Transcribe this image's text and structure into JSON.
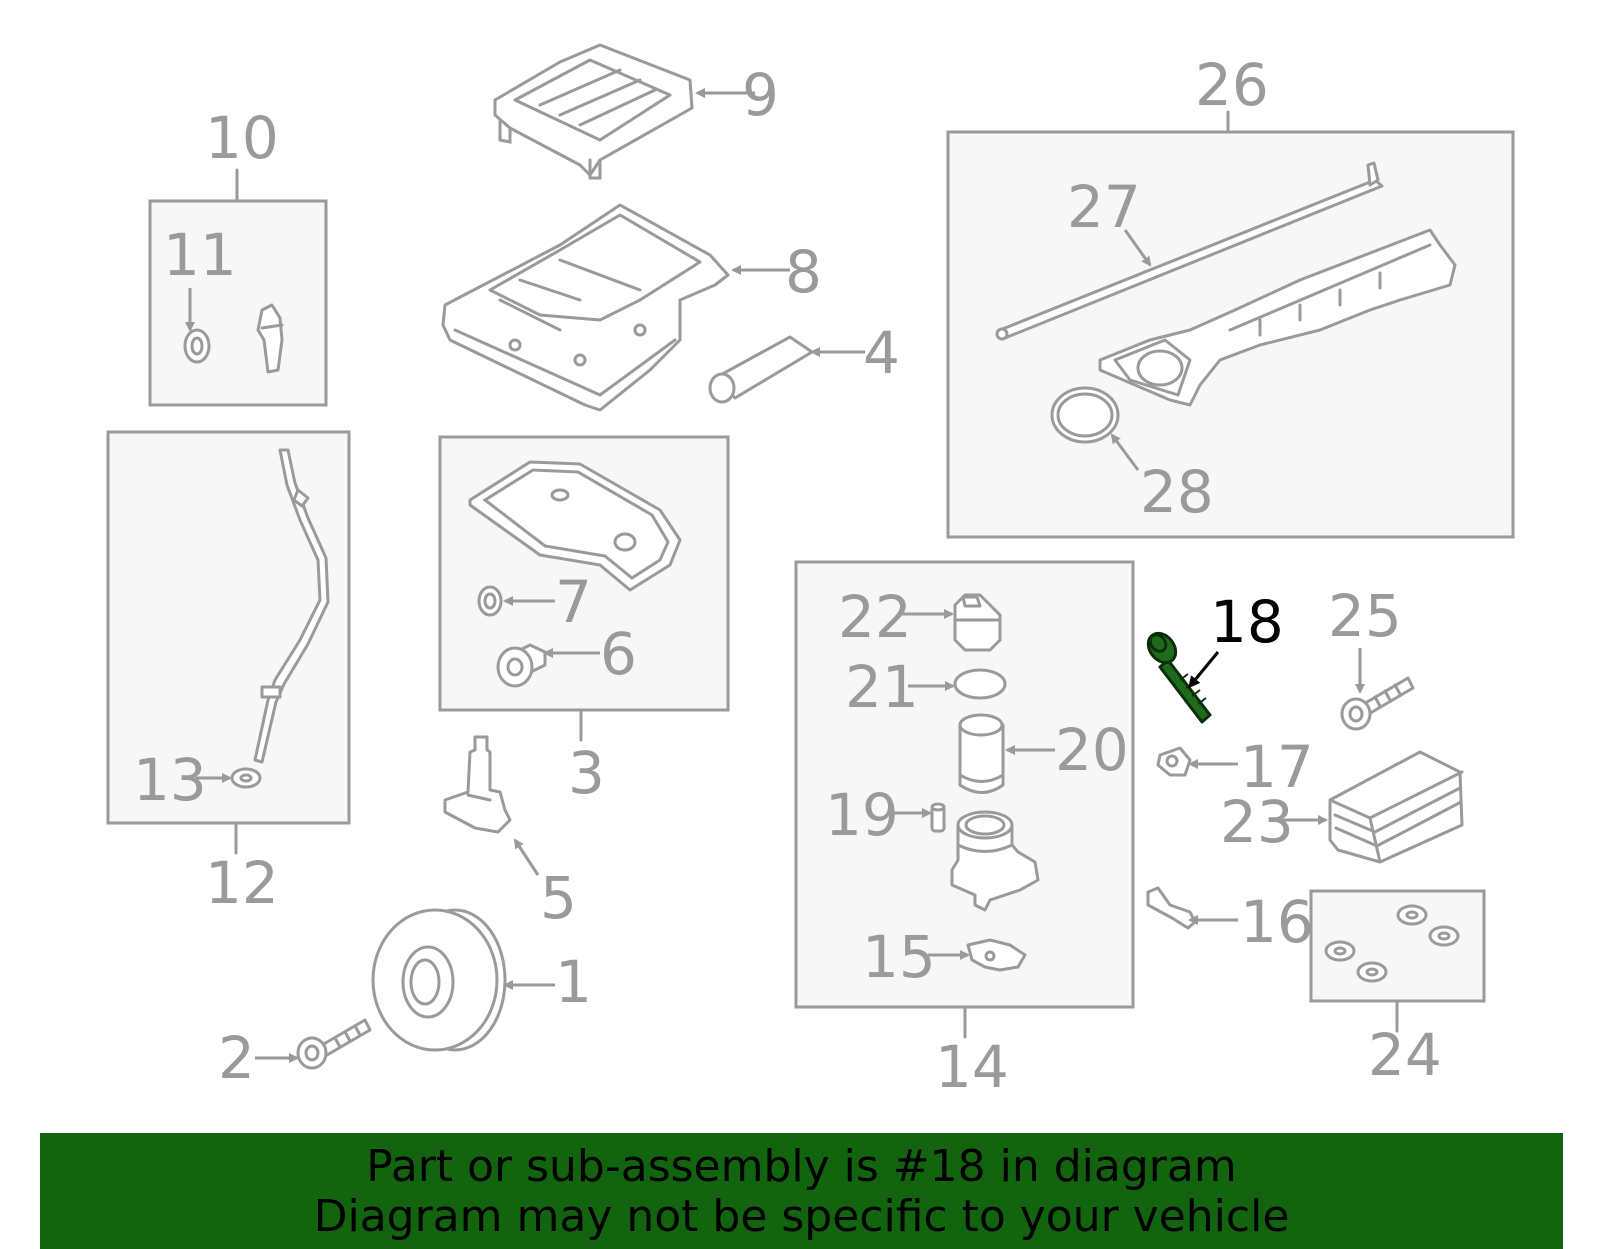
{
  "diagram": {
    "highlight_color": "#13640f",
    "highlighted_part": "18",
    "callouts": {
      "c1": "1",
      "c2": "2",
      "c3": "3",
      "c4": "4",
      "c5": "5",
      "c6": "6",
      "c7": "7",
      "c8": "8",
      "c9": "9",
      "c10": "10",
      "c11": "11",
      "c12": "12",
      "c13": "13",
      "c14": "14",
      "c15": "15",
      "c16": "16",
      "c17": "17",
      "c18": "18",
      "c19": "19",
      "c20": "20",
      "c21": "21",
      "c22": "22",
      "c23": "23",
      "c24": "24",
      "c25": "25",
      "c26": "26",
      "c27": "27",
      "c28": "28"
    }
  },
  "banner": {
    "line1": "Part or sub-assembly is #18 in diagram",
    "line2": "Diagram may not be specific to your vehicle",
    "background": "#13640f"
  }
}
